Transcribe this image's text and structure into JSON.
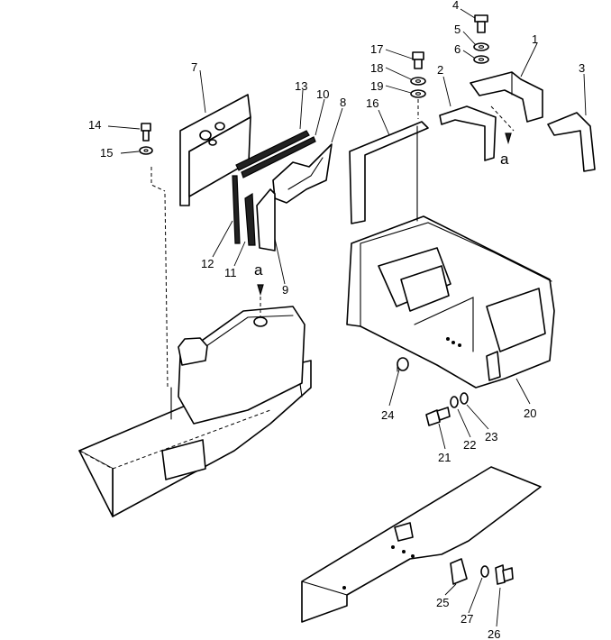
{
  "diagram": {
    "callouts": [
      "1",
      "2",
      "3",
      "4",
      "5",
      "6",
      "7",
      "8",
      "9",
      "10",
      "11",
      "12",
      "13",
      "14",
      "15",
      "16",
      "17",
      "18",
      "19",
      "20",
      "21",
      "22",
      "23",
      "24",
      "25",
      "26",
      "27"
    ],
    "reference_letter": "a"
  }
}
